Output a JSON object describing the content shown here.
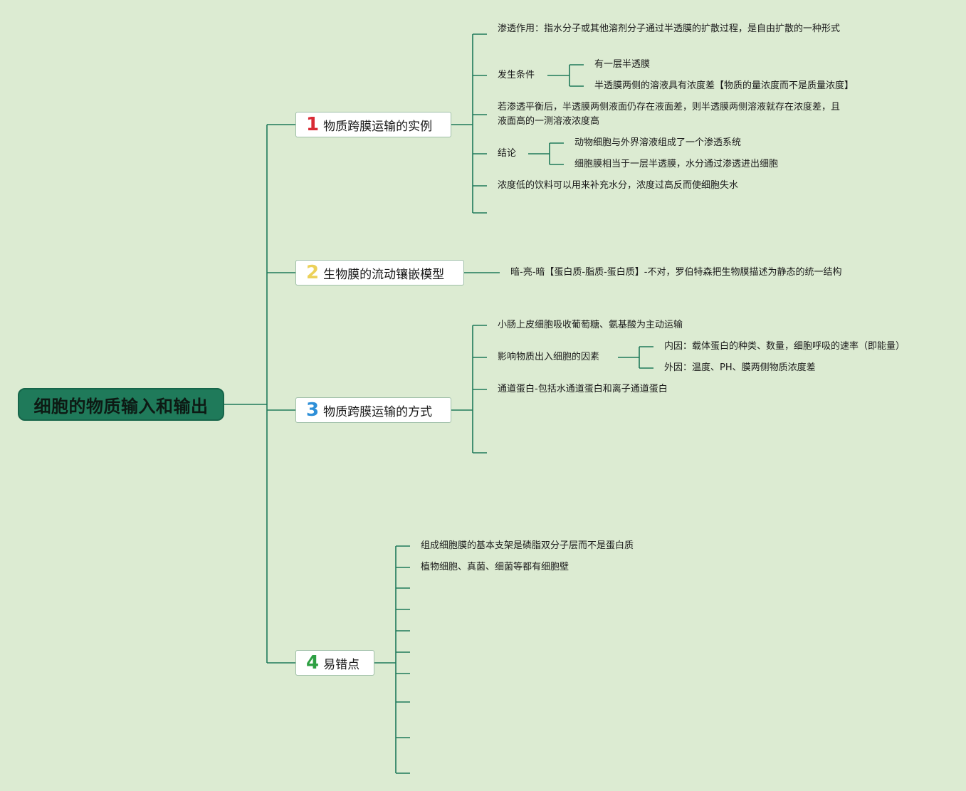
{
  "root": {
    "label": "细胞的物质输入和输出"
  },
  "colors": {
    "line": "#1f7a5a",
    "num1": "#d92b35",
    "num2": "#ecd15a",
    "num3": "#2e8fd8",
    "num4": "#2ea043"
  },
  "branches": [
    {
      "num": "1",
      "label": "物质跨膜运输的实例",
      "items": [
        {
          "text": "渗透作用：指水分子或其他溶剂分子通过半透膜的扩散过程，是自由扩散的一种形式"
        },
        {
          "text": "发生条件",
          "children": [
            "有一层半透膜",
            "半透膜两侧的溶液具有浓度差【物质的量浓度而不是质量浓度】"
          ]
        },
        {
          "text": "若渗透平衡后，半透膜两侧液面仍存在液面差，则半透膜两侧溶液就存在浓度差，且液面高的一测溶液浓度高"
        },
        {
          "text": "结论",
          "children": [
            "动物细胞与外界溶液组成了一个渗透系统",
            "细胞膜相当于一层半透膜，水分通过渗透进出细胞"
          ]
        },
        {
          "text": "浓度低的饮料可以用来补充水分，浓度过高反而使细胞失水"
        }
      ]
    },
    {
      "num": "2",
      "label": "生物膜的流动镶嵌模型",
      "items": [
        {
          "text": "暗-亮-暗【蛋白质-脂质-蛋白质】-不对，罗伯特森把生物膜描述为静态的统一结构"
        }
      ]
    },
    {
      "num": "3",
      "label": "物质跨膜运输的方式",
      "items": [
        {
          "text": "小肠上皮细胞吸收葡萄糖、氨基酸为主动运输"
        },
        {
          "text": "影响物质出入细胞的因素",
          "children": [
            "内因：载体蛋白的种类、数量，细胞呼吸的速率（即能量）",
            "外因：温度、PH、膜两侧物质浓度差"
          ]
        },
        {
          "text": "通道蛋白-包括水通道蛋白和离子通道蛋白"
        }
      ]
    },
    {
      "num": "4",
      "label": "易错点",
      "items": [
        {
          "text": "组成细胞膜的基本支架是磷脂双分子层而不是蛋白质"
        },
        {
          "text": "植物细胞、真菌、细菌等都有细胞壁"
        }
      ]
    }
  ]
}
